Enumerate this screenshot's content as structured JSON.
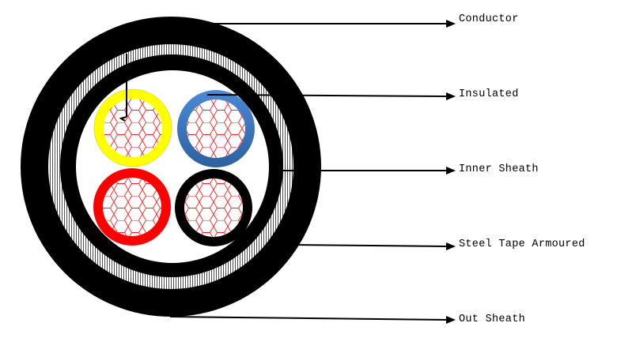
{
  "labels": {
    "conductor": "Conductor",
    "insulated": "Insulated",
    "inner_sheath": "Inner Sheath",
    "steel_tape": "Steel Tape Armoured",
    "out_sheath": "Out Sheath"
  },
  "colors": {
    "sheath": "#000000",
    "core_yellow": "#ffff00",
    "core_blue": "#3b7ac8",
    "core_red": "#ff0000",
    "core_black": "#000000",
    "strand": "#ff0000"
  }
}
